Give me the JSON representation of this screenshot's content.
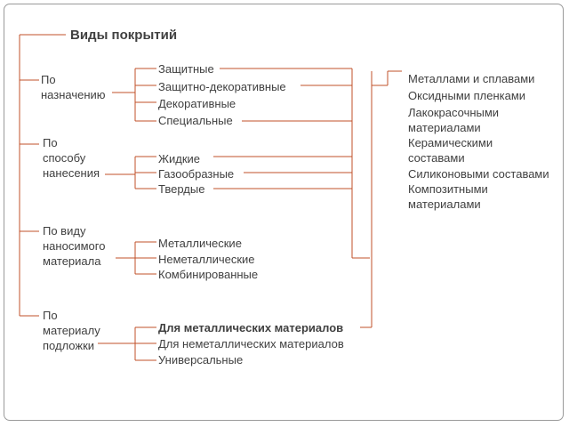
{
  "title": "Виды покрытий",
  "categories": [
    {
      "label": "По\nназначению",
      "items": [
        "Защитные",
        "Защитно-декоративные",
        "Декоративные",
        "Специальные"
      ]
    },
    {
      "label": "По\nспособу\nнанесения",
      "items": [
        "Жидкие",
        "Газообразные",
        "Твердые"
      ]
    },
    {
      "label": "По виду\nнаносимого\nматериала",
      "items": [
        "Металлические",
        "Неметаллические",
        "Комбинированные"
      ]
    },
    {
      "label": "По\nматериалу\nподложки",
      "items": [
        "Для металлических материалов",
        "Для неметаллических материалов",
        "Универсальные"
      ]
    }
  ],
  "materials": [
    "Металлами и сплавами",
    "Оксидными пленками",
    "Лакокрасочными\nматериалами",
    "Керамическими\nсоставами",
    "Силиконовыми составами",
    "Композитными\nматериалами"
  ],
  "colors": {
    "line": "#c0502a",
    "text": "#404040",
    "frame": "#9a9a9a"
  }
}
